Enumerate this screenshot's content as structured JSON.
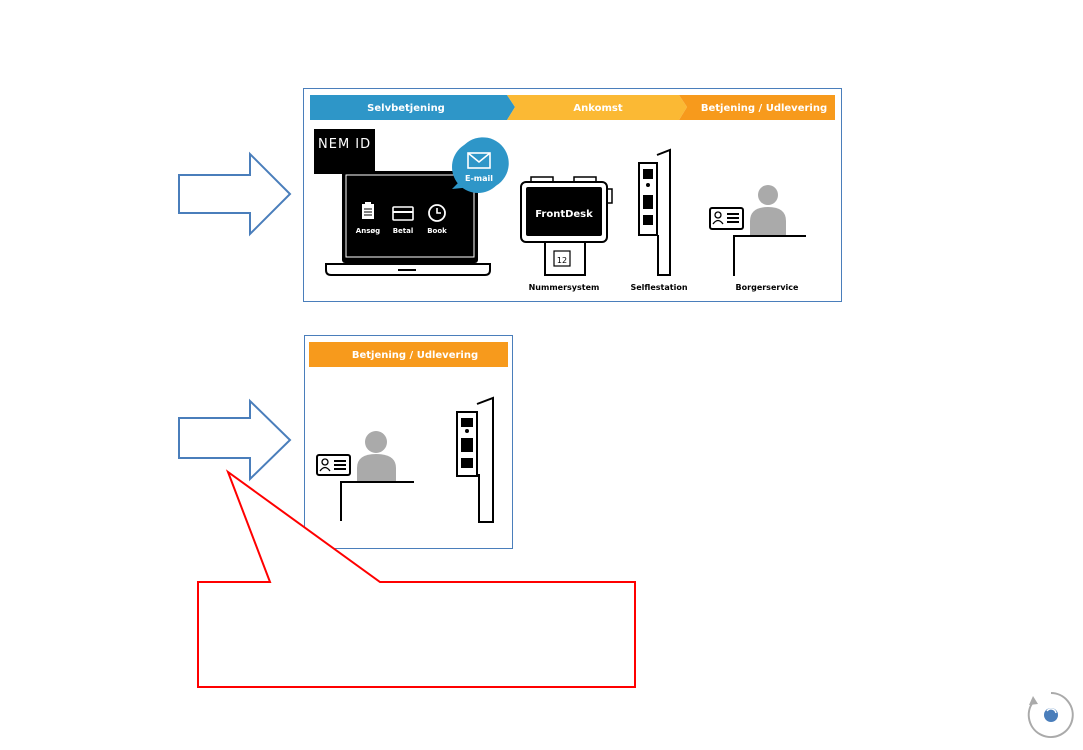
{
  "top_panel": {
    "stages": [
      {
        "label": "Selvbetjening",
        "color": "#2e96c8"
      },
      {
        "label": "Ankomst",
        "color": "#fbb934"
      },
      {
        "label": "Betjening / Udlevering",
        "color": "#f79a1c"
      }
    ],
    "nemid_label": "NEM ID",
    "email_label": "E-mail",
    "laptop_icons": [
      {
        "label": "Ansøg",
        "icon": "clipboard-icon"
      },
      {
        "label": "Betal",
        "icon": "card-icon"
      },
      {
        "label": "Book",
        "icon": "clock-icon"
      }
    ],
    "frontdesk_label": "FrontDesk",
    "ticket_number": "12",
    "captions": [
      "Nummersystem",
      "Selflestation",
      "Borgerservice"
    ]
  },
  "bottom_panel": {
    "header_label": "Betjening / Udlevering",
    "header_color": "#f79a1c"
  },
  "colors": {
    "arrow_outline": "#4a7ebb",
    "frame_border": "#4a7ebb",
    "callout_border": "#ff0000",
    "person_gray": "#aaaaaa"
  }
}
